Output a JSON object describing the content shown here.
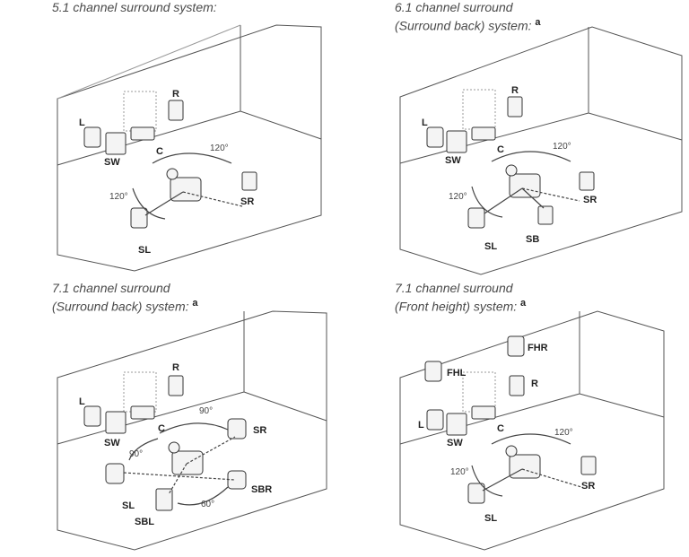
{
  "panels": [
    {
      "caption": [
        "5.1 channel surround system:"
      ],
      "superscript": "",
      "labels": {
        "L": "L",
        "R": "R",
        "C": "C",
        "SW": "SW",
        "SL": "SL",
        "SR": "SR"
      },
      "angles": [
        "120°",
        "120°"
      ]
    },
    {
      "caption": [
        "6.1 channel surround",
        "(Surround back) system:"
      ],
      "superscript": "a",
      "labels": {
        "L": "L",
        "R": "R",
        "C": "C",
        "SW": "SW",
        "SL": "SL",
        "SR": "SR",
        "SB": "SB"
      },
      "angles": [
        "120°",
        "120°"
      ]
    },
    {
      "caption": [
        "7.1 channel surround",
        "(Surround back) system:"
      ],
      "superscript": "a",
      "labels": {
        "L": "L",
        "R": "R",
        "C": "C",
        "SW": "SW",
        "SL": "SL",
        "SR": "SR",
        "SBL": "SBL",
        "SBR": "SBR"
      },
      "angles": [
        "90°",
        "90°",
        "60°"
      ]
    },
    {
      "caption": [
        "7.1 channel surround",
        "(Front height) system:"
      ],
      "superscript": "a",
      "labels": {
        "L": "L",
        "R": "R",
        "C": "C",
        "SW": "SW",
        "SL": "SL",
        "SR": "SR",
        "FHL": "FHL",
        "FHR": "FHR"
      },
      "angles": [
        "120°",
        "120°"
      ]
    }
  ]
}
